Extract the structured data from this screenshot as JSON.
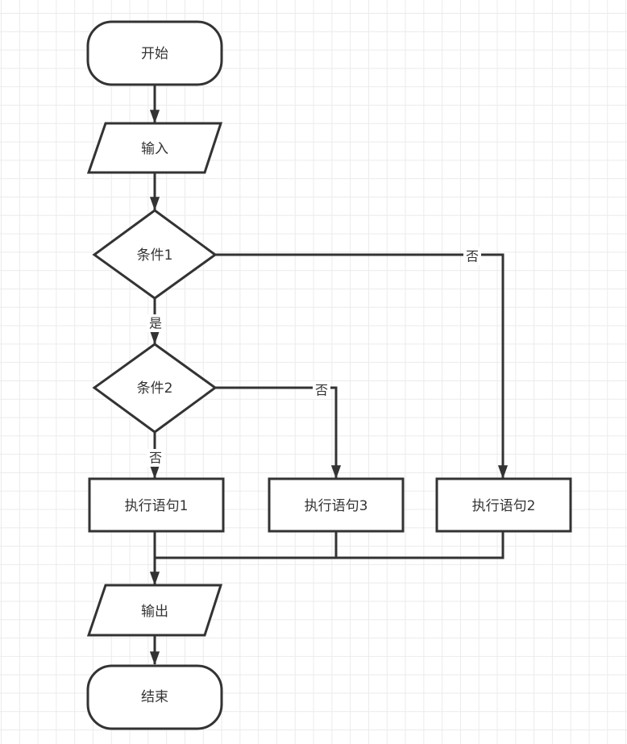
{
  "diagram": {
    "type": "flowchart",
    "colors": {
      "stroke": "#333333",
      "fill": "#ffffff",
      "text": "#333333",
      "grid": "#ebebeb"
    },
    "nodes": [
      {
        "id": "start",
        "shape": "terminal",
        "label": "开始"
      },
      {
        "id": "input",
        "shape": "parallelogram",
        "label": "输入"
      },
      {
        "id": "cond1",
        "shape": "diamond",
        "label": "条件1"
      },
      {
        "id": "cond2",
        "shape": "diamond",
        "label": "条件2"
      },
      {
        "id": "stmt1",
        "shape": "rect",
        "label": "执行语句1"
      },
      {
        "id": "stmt3",
        "shape": "rect",
        "label": "执行语句3"
      },
      {
        "id": "stmt2",
        "shape": "rect",
        "label": "执行语句2"
      },
      {
        "id": "output",
        "shape": "parallelogram",
        "label": "输出"
      },
      {
        "id": "end",
        "shape": "terminal",
        "label": "结束"
      }
    ],
    "edges": [
      {
        "from": "start",
        "to": "input",
        "label": ""
      },
      {
        "from": "input",
        "to": "cond1",
        "label": ""
      },
      {
        "from": "cond1",
        "to": "cond2",
        "label": "是"
      },
      {
        "from": "cond1",
        "to": "stmt2",
        "label": "否"
      },
      {
        "from": "cond2",
        "to": "stmt1",
        "label": "否"
      },
      {
        "from": "cond2",
        "to": "stmt3",
        "label": "否"
      },
      {
        "from": "stmt1",
        "to": "output",
        "label": ""
      },
      {
        "from": "stmt3",
        "to": "output",
        "label": ""
      },
      {
        "from": "stmt2",
        "to": "output",
        "label": ""
      },
      {
        "from": "output",
        "to": "end",
        "label": ""
      }
    ]
  }
}
